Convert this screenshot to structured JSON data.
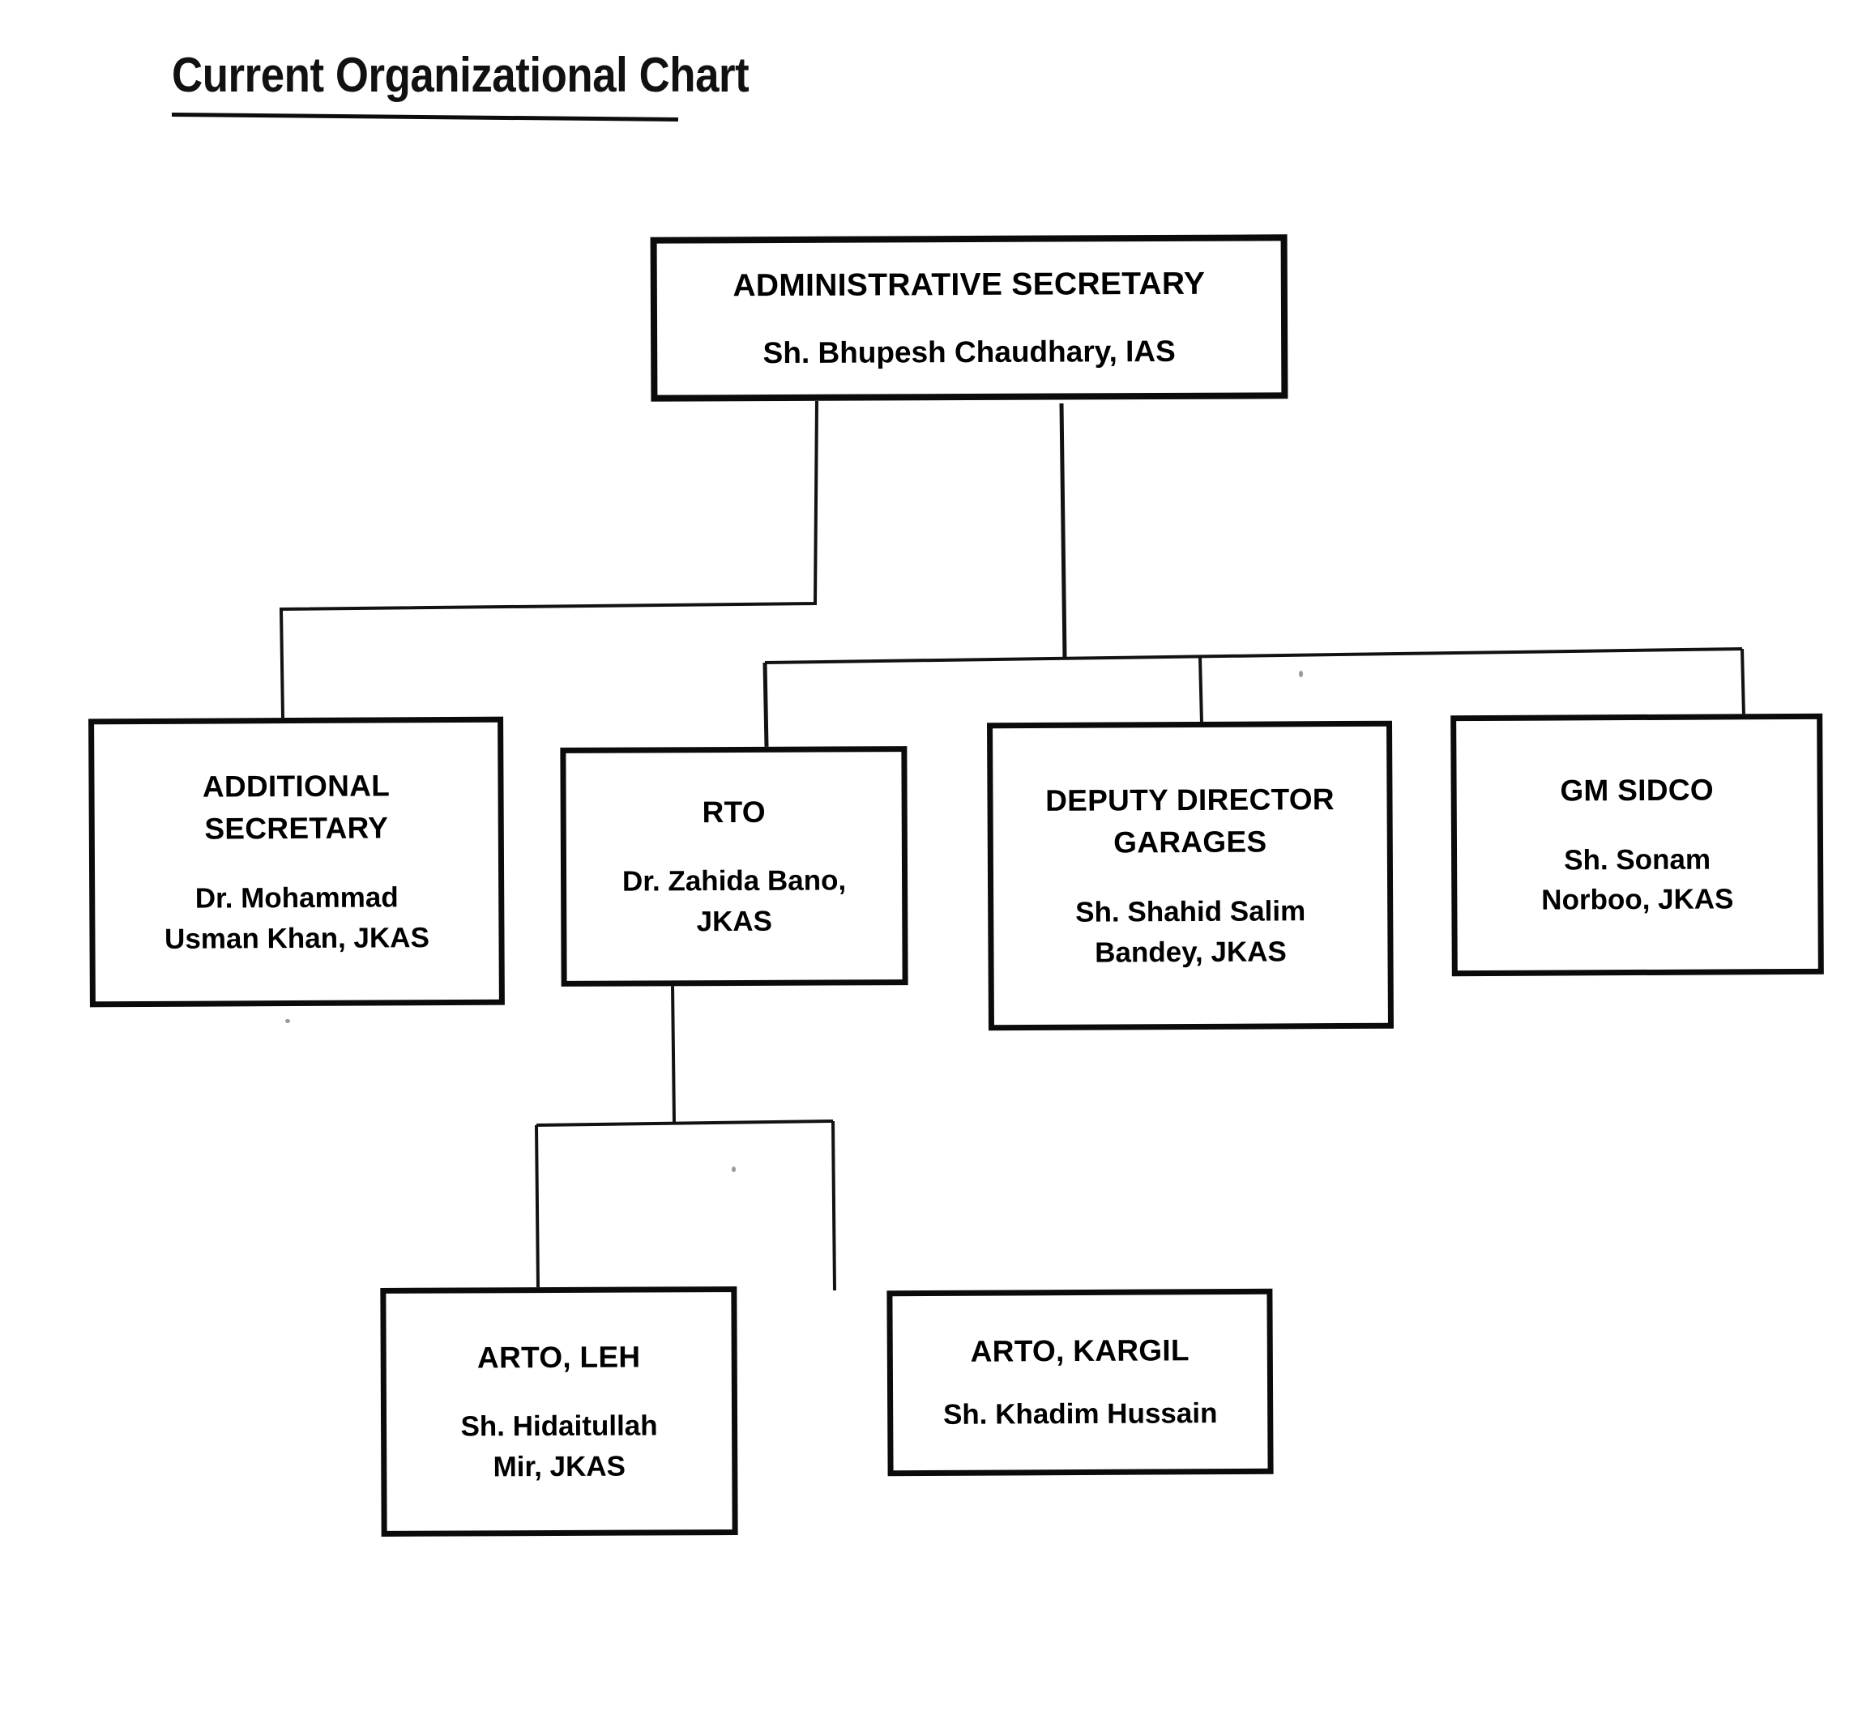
{
  "document": {
    "title": "Current Organizational Chart",
    "background_color": "#ffffff",
    "ink_color": "#0b0b0b"
  },
  "chart_data": {
    "type": "diagram",
    "subtype": "organizational-chart",
    "title": "Current Organizational Chart",
    "nodes": [
      {
        "id": "admin-secretary",
        "title": "ADMINISTRATIVE SECRETARY",
        "person": "Sh. Bhupesh Chaudhary, IAS",
        "level": 0,
        "parent": null
      },
      {
        "id": "additional-secretary",
        "title": "ADDITIONAL SECRETARY",
        "title_line1": "ADDITIONAL",
        "title_line2": "SECRETARY",
        "person": "Dr. Mohammad Usman Khan, JKAS",
        "person_line1": "Dr. Mohammad",
        "person_line2": "Usman Khan, JKAS",
        "level": 1,
        "parent": "admin-secretary"
      },
      {
        "id": "rto",
        "title": "RTO",
        "person": "Dr. Zahida Bano, JKAS",
        "person_line1": "Dr. Zahida Bano,",
        "person_line2": "JKAS",
        "level": 1,
        "parent": "admin-secretary"
      },
      {
        "id": "deputy-director-garages",
        "title": "DEPUTY DIRECTOR GARAGES",
        "title_line1": "DEPUTY DIRECTOR",
        "title_line2": "GARAGES",
        "person": "Sh. Shahid Salim Bandey, JKAS",
        "person_line1": "Sh. Shahid Salim",
        "person_line2": "Bandey, JKAS",
        "level": 1,
        "parent": "admin-secretary"
      },
      {
        "id": "gm-sidco",
        "title": "GM SIDCO",
        "person": "Sh. Sonam Norboo, JKAS",
        "person_line1": "Sh. Sonam",
        "person_line2": "Norboo, JKAS",
        "level": 1,
        "parent": "admin-secretary"
      },
      {
        "id": "arto-leh",
        "title": "ARTO, LEH",
        "person": "Sh. Hidaitullah Mir, JKAS",
        "person_line1": "Sh. Hidaitullah",
        "person_line2": "Mir, JKAS",
        "level": 2,
        "parent": "rto"
      },
      {
        "id": "arto-kargil",
        "title": "ARTO, KARGIL",
        "person": "Sh. Khadim Hussain",
        "person_line1": "Sh. Khadim Hussain",
        "person_line2": "",
        "level": 2,
        "parent": "rto"
      }
    ],
    "edges": [
      {
        "from": "admin-secretary",
        "to": "additional-secretary"
      },
      {
        "from": "admin-secretary",
        "to": "rto"
      },
      {
        "from": "admin-secretary",
        "to": "deputy-director-garages"
      },
      {
        "from": "admin-secretary",
        "to": "gm-sidco"
      },
      {
        "from": "rto",
        "to": "arto-leh"
      },
      {
        "from": "rto",
        "to": "arto-kargil"
      }
    ]
  }
}
